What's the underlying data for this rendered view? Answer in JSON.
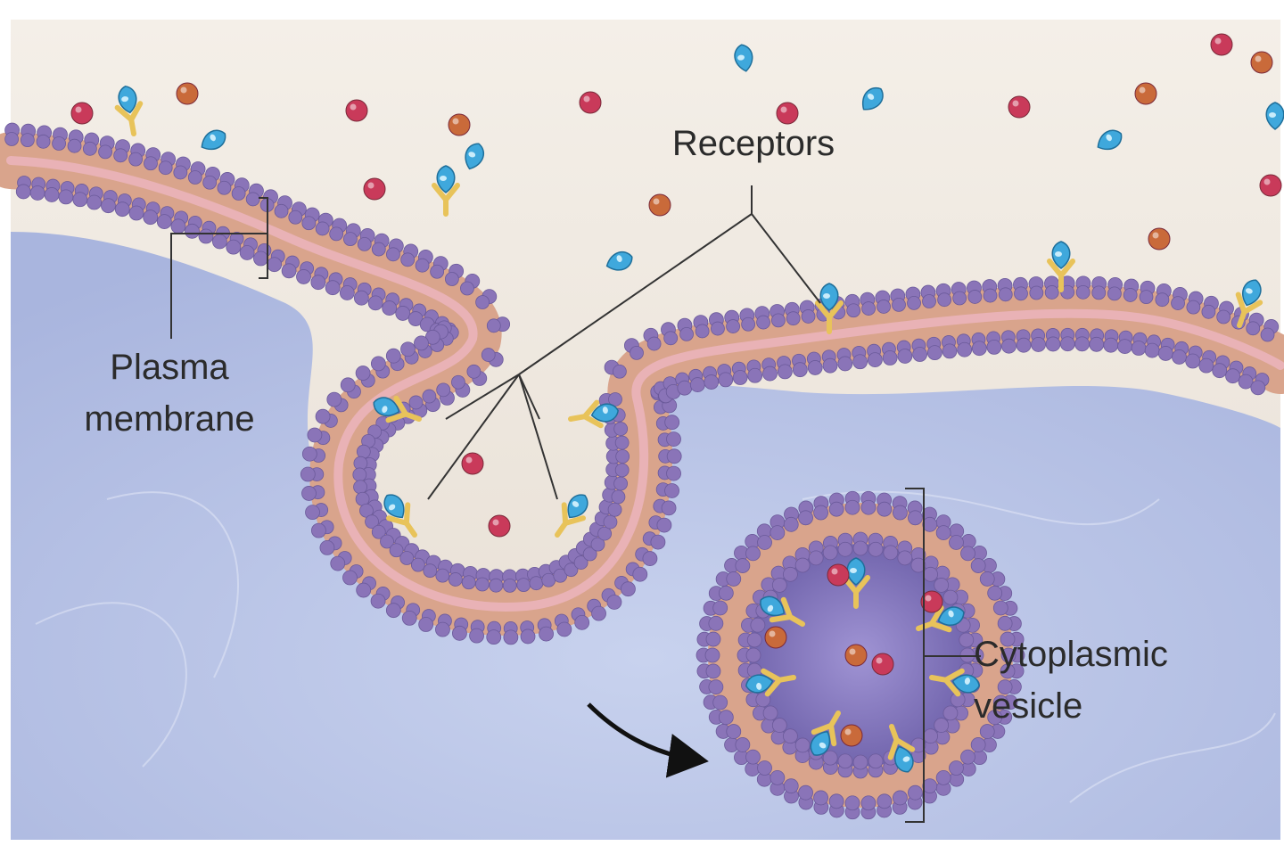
{
  "labels": {
    "receptors": "Receptors",
    "plasma_membrane_line1": "Plasma",
    "plasma_membrane_line2": "membrane",
    "cytoplasmic_vesicle_line1": "Cytoplasmic",
    "cytoplasmic_vesicle_line2": "vesicle"
  },
  "colors": {
    "extracellular": "#efe8df",
    "cytoplasm": "#b4bfe2",
    "lipid_head": "#8a74b8",
    "lipid_tail": "#d9a48c",
    "receptor": "#e8c35a",
    "ligand_blue": "#3fa8dc",
    "particle_red": "#c93a5a",
    "particle_orange": "#c96a3a",
    "leader_line": "#333333",
    "arrow": "#111111"
  },
  "icons": {
    "receptor": "y-shaped-receptor-icon",
    "ligand": "teardrop-ligand-icon",
    "arrow": "curved-arrow-icon"
  }
}
